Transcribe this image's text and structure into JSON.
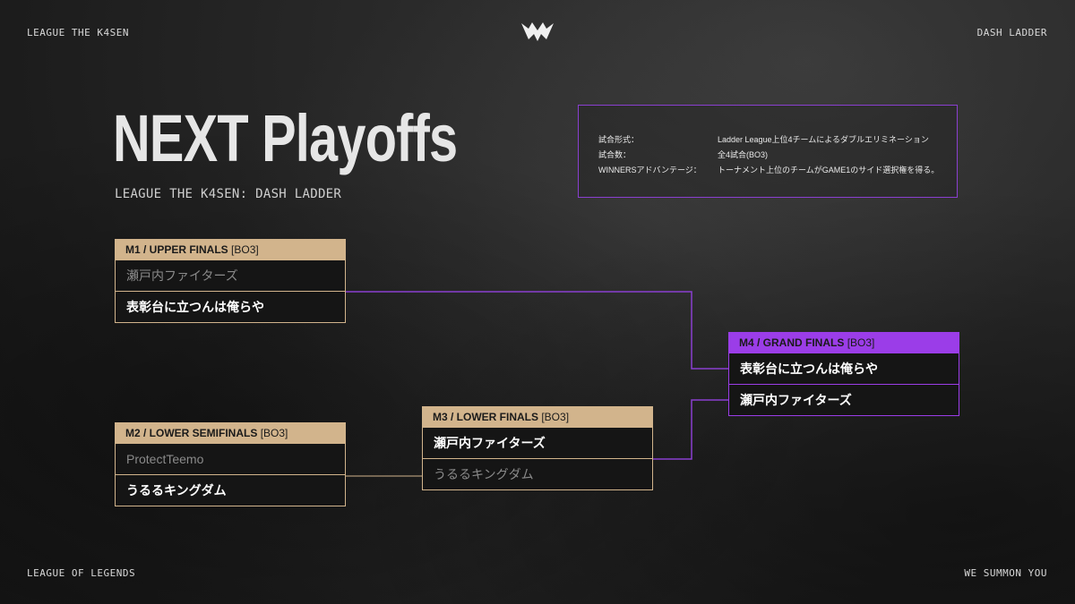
{
  "corners": {
    "top_left": "LEAGUE THE K4SEN",
    "top_right": "DASH LADDER",
    "bottom_left": "LEAGUE OF LEGENDS",
    "bottom_right": "WE SUMMON YOU"
  },
  "logo_icon": "crown-logo-icon",
  "title": "NEXT Playoffs",
  "subtitle": "LEAGUE THE K4SEN: DASH LADDER",
  "info": [
    {
      "key": "試合形式：",
      "value": "Ladder League上位4チームによるダブルエリミネーション"
    },
    {
      "key": "試合数：",
      "value": "全4試合(BO3)"
    },
    {
      "key": "WINNERSアドバンテージ：",
      "value": "トーナメント上位のチームがGAME1のサイド選択権を得る。"
    }
  ],
  "colors": {
    "gold": "#d2b48c",
    "purple": "#9b3de8"
  },
  "matches": {
    "m1": {
      "label": "M1  /  UPPER FINALS",
      "format": "[BO3]",
      "teams": [
        "瀬戸内ファイターズ",
        "表彰台に立つんは俺らや"
      ]
    },
    "m2": {
      "label": "M2  /  LOWER SEMIFINALS",
      "format": "[BO3]",
      "teams": [
        "ProtectTeemo",
        "うるるキングダム"
      ]
    },
    "m3": {
      "label": "M3  /  LOWER FINALS",
      "format": "[BO3]",
      "teams": [
        "瀬戸内ファイターズ",
        "うるるキングダム"
      ]
    },
    "m4": {
      "label": "M4  /  GRAND FINALS",
      "format": "[BO3]",
      "teams": [
        "表彰台に立つんは俺らや",
        "瀬戸内ファイターズ"
      ]
    }
  }
}
